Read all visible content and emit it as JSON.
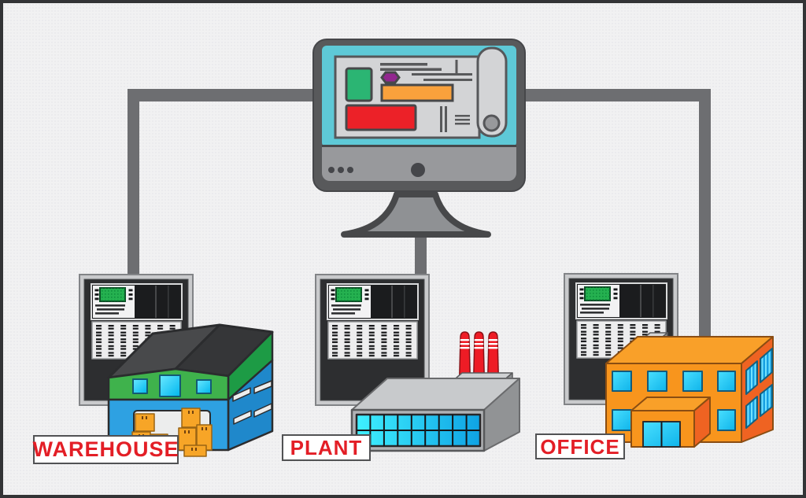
{
  "diagram": {
    "type": "centralized-monitoring-network",
    "center_node": {
      "name": "control-computer",
      "screen_content": "blueprint-document"
    },
    "sites": [
      {
        "id": "warehouse",
        "label": "WAREHOUSE"
      },
      {
        "id": "plant",
        "label": "PLANT"
      },
      {
        "id": "office",
        "label": "OFFICE"
      }
    ],
    "connections": [
      {
        "from": "control-computer",
        "to": "warehouse-control-panel"
      },
      {
        "from": "control-computer",
        "to": "plant-control-panel"
      },
      {
        "from": "control-computer",
        "to": "office-building"
      }
    ]
  },
  "palette": {
    "background": "#f1f1f2",
    "frame_border": "#333436",
    "connector_gray": "#6d6e71",
    "monitor_frame": "#58595b",
    "screen_cyan": "#5ec9d7",
    "label_red": "#e31e26",
    "lcd_green": "#25b150",
    "warehouse_green": "#3fb24c",
    "warehouse_blue": "#2ea1e2",
    "roof_dark": "#3a3b3d",
    "plant_gray": "#b0b2b5",
    "chimney_red": "#ee1c25",
    "office_orange": "#f8951d",
    "office_orange_dark": "#ef6322",
    "window_cyan": "#2fd4f9",
    "box_orange": "#f7a527"
  }
}
